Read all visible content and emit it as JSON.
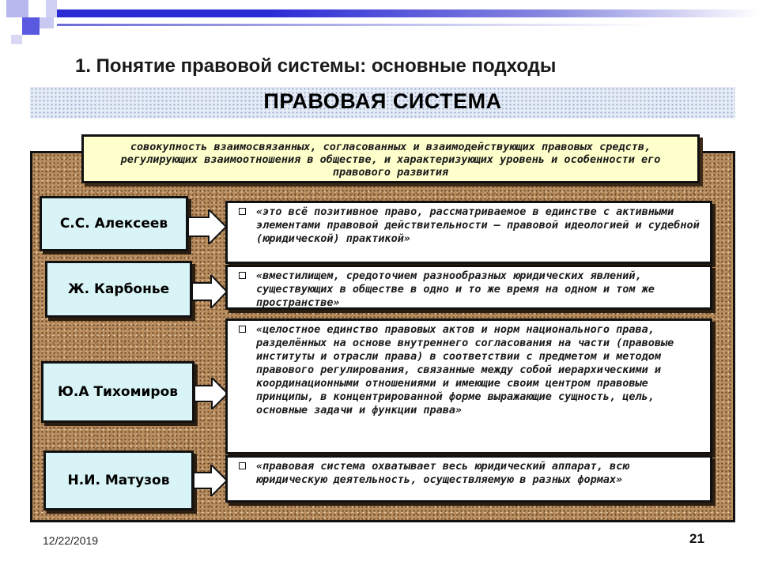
{
  "slide": {
    "title": "1. Понятие правовой системы: основные подходы",
    "banner": "ПРАВОВАЯ СИСТЕМА",
    "definition": "совокупность взаимосвязанных, согласованных и взаимодействующих правовых средств, регулирующих взаимоотношения в обществе, и характеризующих уровень и особенности его правового развития"
  },
  "authors": [
    {
      "name": "С.С. Алексеев",
      "quote": "«это всё позитивное право, рассматриваемое в единстве с активными элементами правовой действительности — правовой идеологией и судебной (юридической) практикой»"
    },
    {
      "name": "Ж. Карбонье",
      "quote": "«вместилищем, средоточием разнообразных юридических явлений, существующих в обществе в одно и то же время на одном и том же пространстве»"
    },
    {
      "name": "Ю.А Тихомиров",
      "quote": "«целостное единство правовых актов и норм национального права, разделённых на основе внутреннего согласования на части (правовые институты и отрасли права) в соответствии с предметом и методом правового регулирования, связанные между собой иерархическими и координационными отношениями и имеющие своим центром правовые принципы, в концентрированной форме выражающие сущность, цель, основные задачи и функции права»"
    },
    {
      "name": "Н.И. Матузов",
      "quote": "«правовая система охватывает весь юридический аппарат, всю юридическую деятельность, осуществляемую в разных формах»"
    }
  ],
  "footer": {
    "date": "12/22/2019",
    "page": "21"
  },
  "colors": {
    "accent_blue": "#2b2bd6",
    "author_box": "#d9f4f6",
    "definition_box": "#ffffcc",
    "cork": "#b98d5e"
  },
  "icons": [
    "hollow-square-bullet-icon",
    "right-arrow-icon"
  ]
}
